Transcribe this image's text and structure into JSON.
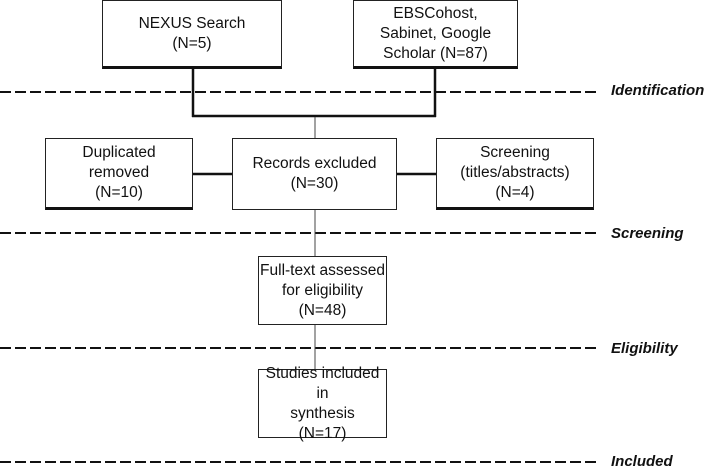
{
  "boxes": {
    "nexus": "NEXUS Search\n(N=5)",
    "ebsco": "EBSCohost,\nSabinet, Google\nScholar (N=87)",
    "duplicated": "Duplicated\nremoved\n(N=10)",
    "excluded": "Records excluded\n(N=30)",
    "screening_box": "Screening\n(titles/abstracts)\n(N=4)",
    "fulltext": "Full-text assessed\nfor eligibility\n(N=48)",
    "included_box": "Studies included in\nsynthesis\n(N=17)"
  },
  "phases": {
    "identification": "Identification",
    "screening": "Screening",
    "eligibility": "Eligibility",
    "included": "Included"
  }
}
